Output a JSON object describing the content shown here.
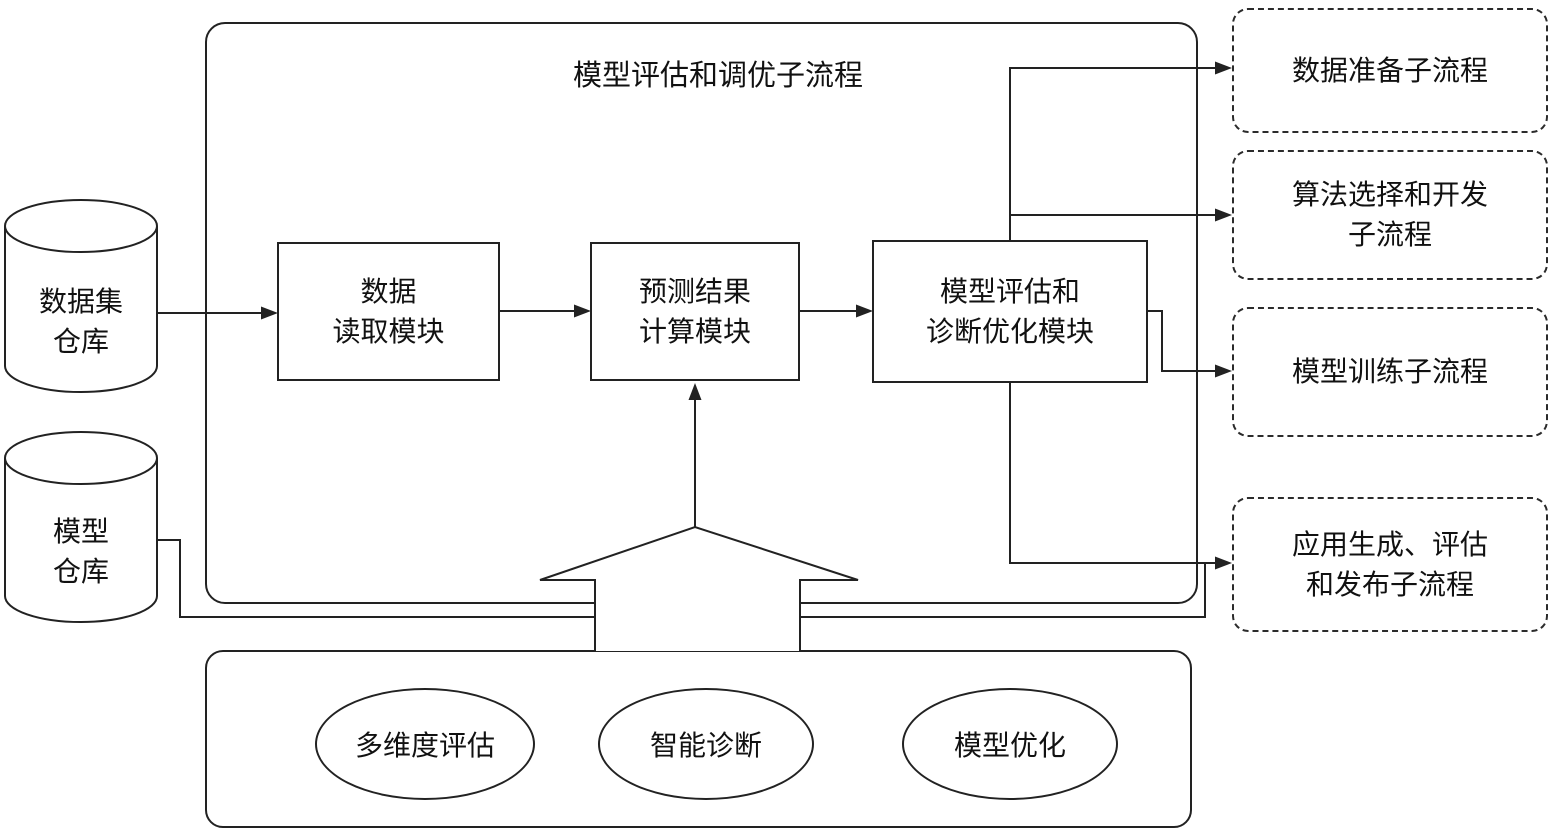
{
  "title": "模型评估和调优子流程",
  "warehouses": {
    "dataset": {
      "line1": "数据集",
      "line2": "仓库"
    },
    "model": {
      "line1": "模型",
      "line2": "仓库"
    }
  },
  "modules": {
    "data_read": {
      "line1": "数据",
      "line2": "读取模块"
    },
    "prediction": {
      "line1": "预测结果",
      "line2": "计算模块"
    },
    "evaluation": {
      "line1": "模型评估和",
      "line2": "诊断优化模块"
    }
  },
  "subprocesses": {
    "data_prep": {
      "line1": "数据准备子流程"
    },
    "algo_select": {
      "line1": "算法选择和开发",
      "line2": "子流程"
    },
    "model_train": {
      "line1": "模型训练子流程"
    },
    "app_publish": {
      "line1": "应用生成、评估",
      "line2": "和发布子流程"
    }
  },
  "capabilities": {
    "multi_eval": "多维度评估",
    "smart_diag": "智能诊断",
    "model_opt": "模型优化"
  },
  "colors": {
    "line": "#222222",
    "text": "#111111",
    "background": "#ffffff"
  }
}
